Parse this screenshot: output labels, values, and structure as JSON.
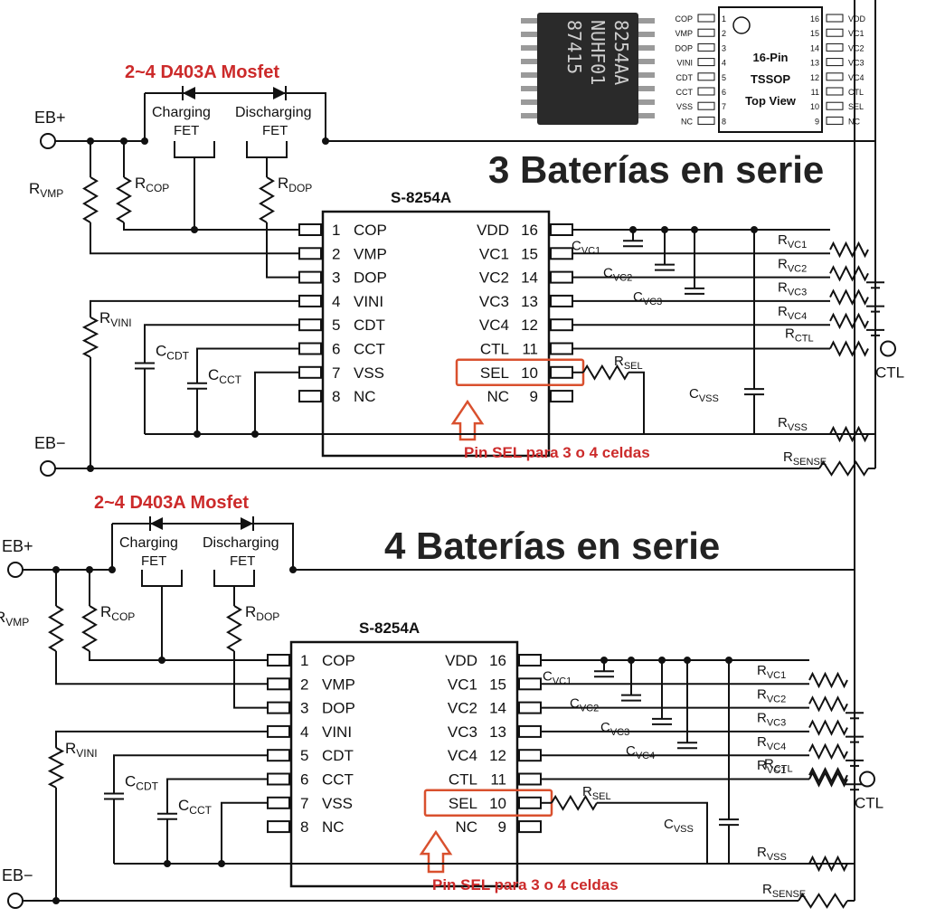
{
  "title_3": "3 Baterías en serie",
  "title_4": "4 Baterías en serie",
  "mosfet_label": "2~4 D403A Mosfet",
  "charging_label": "Charging",
  "discharging_label": "Discharging",
  "fet_label": "FET",
  "chip_name": "S-8254A",
  "sel_note": "Pin SEL para 3 o 4 celdas",
  "eb_plus": "EB+",
  "eb_minus": "EB−",
  "ctl_terminal": "CTL",
  "left_pins": [
    {
      "num": "1",
      "name": "COP"
    },
    {
      "num": "2",
      "name": "VMP"
    },
    {
      "num": "3",
      "name": "DOP"
    },
    {
      "num": "4",
      "name": "VINI"
    },
    {
      "num": "5",
      "name": "CDT"
    },
    {
      "num": "6",
      "name": "CCT"
    },
    {
      "num": "7",
      "name": "VSS"
    },
    {
      "num": "8",
      "name": "NC"
    }
  ],
  "right_pins": [
    {
      "num": "16",
      "name": "VDD"
    },
    {
      "num": "15",
      "name": "VC1"
    },
    {
      "num": "14",
      "name": "VC2"
    },
    {
      "num": "13",
      "name": "VC3"
    },
    {
      "num": "12",
      "name": "VC4"
    },
    {
      "num": "11",
      "name": "CTL"
    },
    {
      "num": "10",
      "name": "SEL"
    },
    {
      "num": "9",
      "name": "NC"
    }
  ],
  "resistors": {
    "vmp": [
      "R",
      "VMP"
    ],
    "cop": [
      "R",
      "COP"
    ],
    "dop": [
      "R",
      "DOP"
    ],
    "vini": [
      "R",
      "VINI"
    ],
    "vc1": [
      "R",
      "VC1"
    ],
    "vc2": [
      "R",
      "VC2"
    ],
    "vc3": [
      "R",
      "VC3"
    ],
    "vc4": [
      "R",
      "VC4"
    ],
    "ctl": [
      "R",
      "CTL"
    ],
    "sel": [
      "R",
      "SEL"
    ],
    "vss": [
      "R",
      "VSS"
    ],
    "sense": [
      "R",
      "SENSE"
    ]
  },
  "capacitors": {
    "cdt": [
      "C",
      "CDT"
    ],
    "cct": [
      "C",
      "CCT"
    ],
    "cvc1": [
      "C",
      "VC1"
    ],
    "cvc2": [
      "C",
      "VC2"
    ],
    "cvc3": [
      "C",
      "VC3"
    ],
    "cvc4": [
      "C",
      "VC4"
    ],
    "cvss": [
      "C",
      "VSS"
    ]
  },
  "package": {
    "marking": [
      "8254AA",
      "NUHF01",
      "87415"
    ],
    "desc": [
      "16-Pin",
      "TSSOP",
      "Top View"
    ],
    "left": [
      "COP",
      "VMP",
      "DOP",
      "VINI",
      "CDT",
      "CCT",
      "VSS",
      "NC"
    ],
    "right": [
      "VDD",
      "VC1",
      "VC2",
      "VC3",
      "VC4",
      "CTL",
      "SEL",
      "NC"
    ]
  }
}
